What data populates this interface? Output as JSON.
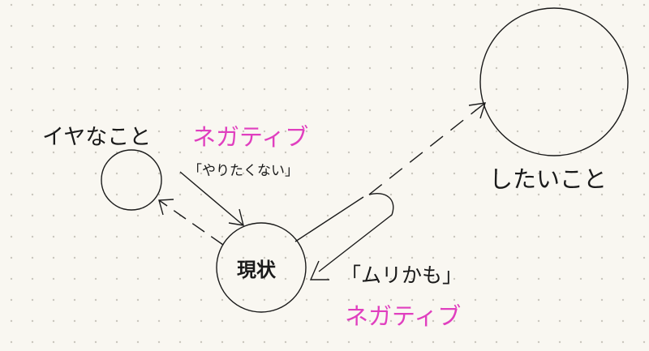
{
  "nodes": {
    "dislike": "イヤなこと",
    "current": "現状",
    "want": "したいこと"
  },
  "labels": {
    "negative_top": "ネガティブ",
    "dont_want": "「やりたくない」",
    "maybe_impossible": "「ムリかも」",
    "negative_bottom": "ネガティブ"
  },
  "colors": {
    "accent": "#e03fbf",
    "ink": "#1a1a1a",
    "background": "#f9f7f1"
  }
}
